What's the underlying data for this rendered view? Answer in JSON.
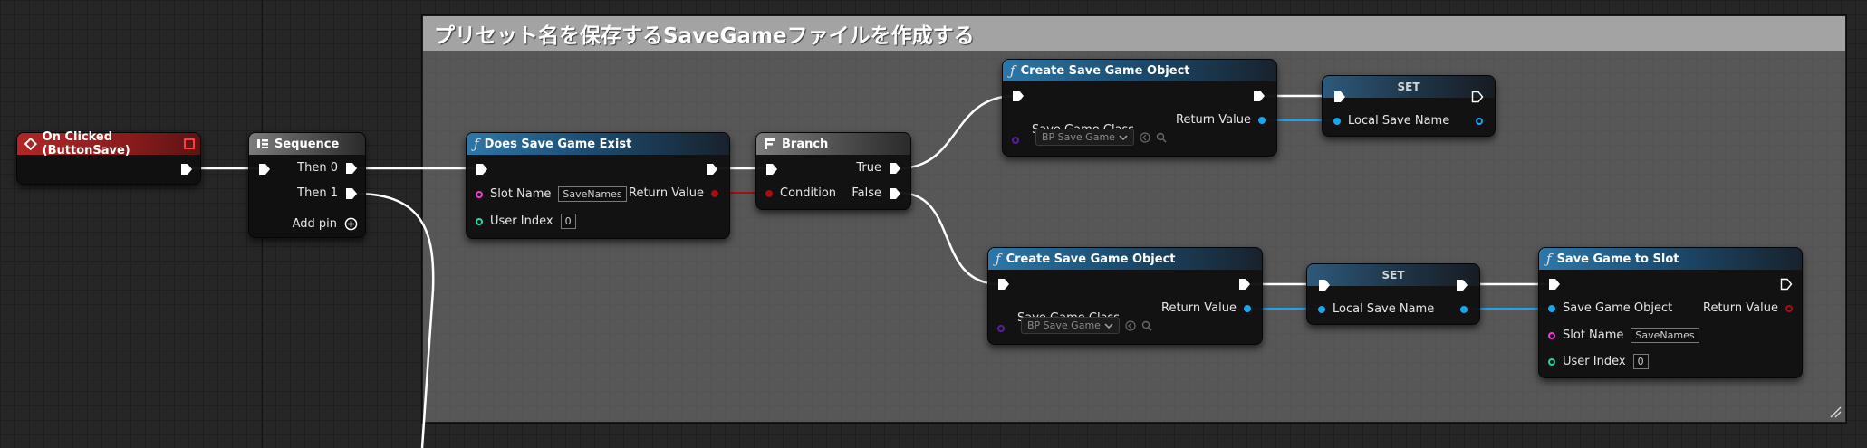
{
  "comment": {
    "title": "プリセット名を保存するSaveGameファイルを作成する"
  },
  "nodes": {
    "on_clicked": {
      "title": "On Clicked (ButtonSave)"
    },
    "sequence": {
      "title": "Sequence",
      "then0": "Then 0",
      "then1": "Then 1",
      "add_pin": "Add pin"
    },
    "does_save_game_exist": {
      "title": "Does Save Game Exist",
      "slot_name_label": "Slot Name",
      "slot_name_value": "SaveNames",
      "user_index_label": "User Index",
      "user_index_value": "0",
      "return_value": "Return Value"
    },
    "branch": {
      "title": "Branch",
      "condition": "Condition",
      "true_label": "True",
      "false_label": "False"
    },
    "create_save_top": {
      "title": "Create Save Game Object",
      "class_label": "Save Game Class",
      "class_value": "BP Save Game",
      "return_value": "Return Value"
    },
    "set_top": {
      "title": "SET",
      "var_label": "Local Save Name"
    },
    "create_save_bottom": {
      "title": "Create Save Game Object",
      "class_label": "Save Game Class",
      "class_value": "BP Save Game",
      "return_value": "Return Value"
    },
    "set_bottom": {
      "title": "SET",
      "var_label": "Local Save Name"
    },
    "save_game_to_slot": {
      "title": "Save Game to Slot",
      "obj_label": "Save Game Object",
      "slot_name_label": "Slot Name",
      "slot_name_value": "SaveNames",
      "user_index_label": "User Index",
      "user_index_value": "0",
      "return_value": "Return Value"
    }
  },
  "colors": {
    "exec": "#ffffff",
    "object_pin": "#19a6ee",
    "bool_pin": "#a50f0f",
    "string_pin": "#f13ad2",
    "int_pin": "#2bd5a8",
    "class_pin": "#5a1fa0"
  }
}
